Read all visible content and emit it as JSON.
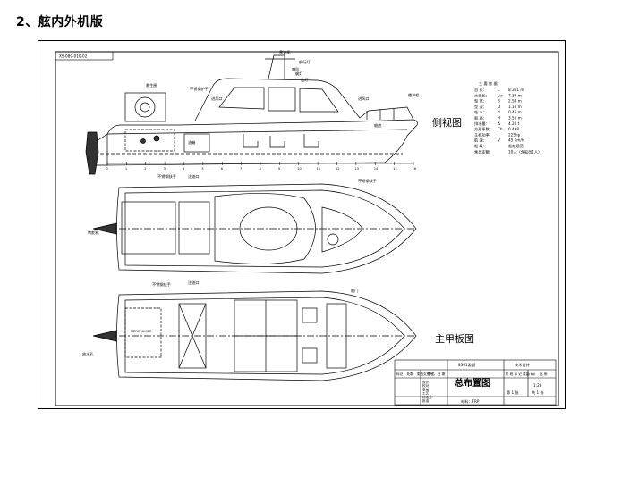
{
  "page": {
    "heading": "2、舷内外机版"
  },
  "drawing": {
    "drawing_number": "XS-089-010-02",
    "views": {
      "side": "侧视图",
      "deck": "主甲板图"
    },
    "callouts": {
      "radar_mast": "雷达桅",
      "horn": "喇叭",
      "nav_light": "航行灯",
      "stern_light": "艉灯",
      "side_light": "舷灯",
      "life_ring": "救生圈",
      "stainless_rail": "不锈钢护手",
      "vent": "进风口",
      "bow_rail": "艏护栏",
      "grab_rail": "不锈钢扶手",
      "fuel_tank": "油箱",
      "bilge": "舱底",
      "steer_box": "转舵机",
      "fuel_inlet": "注油口",
      "outboard": "舷外机",
      "drain": "放水孔",
      "hatch": "舱门",
      "engine_model": "MERCRUISER"
    },
    "particulars": {
      "title": "主 要 数 据",
      "rows": [
        {
          "name": "总  长：",
          "sym": "L",
          "val": "8.361 m"
        },
        {
          "name": "水线长：",
          "sym": "Lw",
          "val": "7.39 m"
        },
        {
          "name": "型  宽：",
          "sym": "B",
          "val": "2.54 m"
        },
        {
          "name": "型  深：",
          "sym": "D",
          "val": "1.10 m"
        },
        {
          "name": "吃  水：",
          "sym": "d",
          "val": "0.45 m"
        },
        {
          "name": "船  高：",
          "sym": "H",
          "val": "3.55 m"
        },
        {
          "name": "排水量：",
          "sym": "Δ",
          "val": "4.20 t"
        },
        {
          "name": "方形系数：",
          "sym": "Cb",
          "val": "0.498"
        },
        {
          "name": "主机功率：",
          "sym": "",
          "val": "225hp"
        },
        {
          "name": "航  速：",
          "sym": "V",
          "val": "45 Km/h"
        },
        {
          "name": "船  级：",
          "sym": "",
          "val": "船舶规范"
        },
        {
          "name": "乘员定额：",
          "sym": "",
          "val": "10人（含船员1人）"
        }
      ]
    },
    "title_block": {
      "product": "8361游艇",
      "design_note": "技术设计",
      "drawing_title": "总布置图",
      "material": "材料：FRP",
      "scale_value": "1:20",
      "sheet_label": "第 1 张",
      "total_label": "共 1 张",
      "row_labels": [
        "标记",
        "处数",
        "更改文件号",
        "签 名",
        "日 期"
      ],
      "roles": [
        "设计",
        "校对",
        "审核",
        "工艺",
        "标准化",
        "批准"
      ],
      "col_labels": [
        "阶 段 标 记",
        "重量(kg)",
        "比 例"
      ]
    },
    "frame_numbers": [
      "0",
      "1",
      "2",
      "3",
      "4",
      "5",
      "6",
      "7",
      "8",
      "9",
      "10",
      "11",
      "12",
      "13",
      "14",
      "15",
      "16"
    ]
  }
}
